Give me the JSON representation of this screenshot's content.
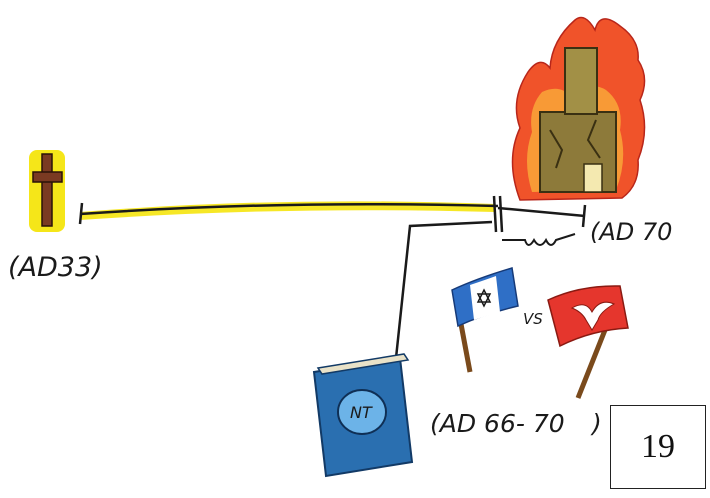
{
  "labels": {
    "start_year": "(AD33)",
    "end_year": "(AD 70",
    "war_years": "(AD 66- 70",
    "war_close_paren": ")",
    "versus": "VS",
    "book": "NT"
  },
  "page_number": "19",
  "icons": {
    "start": "cross-icon",
    "end": "burning-temple-icon",
    "book": "nt-book-icon",
    "flag_left": "israel-flag-icon",
    "flag_right": "roman-eagle-flag-icon"
  },
  "colors": {
    "highlight": "#f4e300",
    "cross": "#7a3a22",
    "fire_outer": "#f0532a",
    "fire_inner": "#f89a36",
    "building": "#8d7a3a",
    "book": "#3b8fd0",
    "flag_blue": "#2f6fc6",
    "flag_red": "#e5362d"
  }
}
